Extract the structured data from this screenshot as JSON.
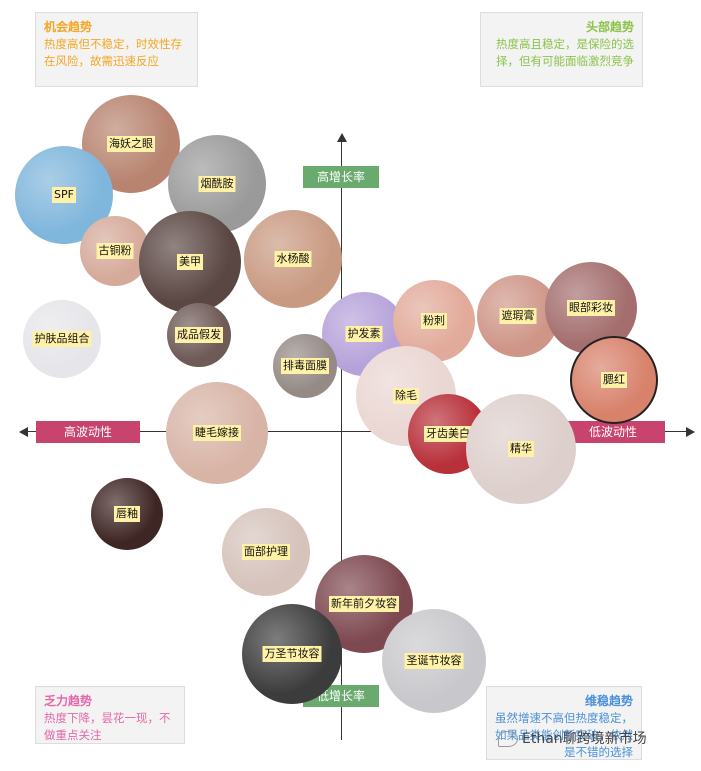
{
  "quadrants": {
    "top_left": {
      "title": "机会趋势",
      "body": "热度高但不稳定，时效性存在风险，故需迅速反应"
    },
    "top_right": {
      "title": "头部趋势",
      "body": "热度高且稳定，是保险的选择，但有可能面临激烈竞争"
    },
    "bottom_left": {
      "title": "乏力趋势",
      "body": "热度下降，昙花一现，不做重点关注"
    },
    "bottom_right": {
      "title": "维稳趋势",
      "body": "虽然增速不高但热度稳定，如果品类能创新突破，依然是不错的选择"
    }
  },
  "axes": {
    "top": "高增长率",
    "bottom": "低增长率",
    "left": "高波动性",
    "right": "低波动性"
  },
  "bubbles": [
    {
      "label": "海妖之眼",
      "color": "#b88470"
    },
    {
      "label": "SPF",
      "color": "#7fb6dc"
    },
    {
      "label": "烟酰胺",
      "color": "#9a9a9a"
    },
    {
      "label": "古铜粉",
      "color": "#d5aa9a"
    },
    {
      "label": "美甲",
      "color": "#5a4642"
    },
    {
      "label": "水杨酸",
      "color": "#c99a82"
    },
    {
      "label": "护肤品组合",
      "color": "#e6e6ea"
    },
    {
      "label": "成品假发",
      "color": "#6e5a56"
    },
    {
      "label": "护发素",
      "color": "#b6a2da"
    },
    {
      "label": "粉刺",
      "color": "#e2aa9a"
    },
    {
      "label": "遮瑕膏",
      "color": "#cf9688"
    },
    {
      "label": "眼部彩妆",
      "color": "#a46e6e"
    },
    {
      "label": "排毒面膜",
      "color": "#958a86"
    },
    {
      "label": "腮红",
      "color": "#d8826c"
    },
    {
      "label": "除毛",
      "color": "#ead6d2"
    },
    {
      "label": "睫毛嫁接",
      "color": "#d8b4a6"
    },
    {
      "label": "牙齿美白",
      "color": "#b8303a"
    },
    {
      "label": "精华",
      "color": "#ddcfcc"
    },
    {
      "label": "唇釉",
      "color": "#3e2624"
    },
    {
      "label": "面部护理",
      "color": "#d6c3bc"
    },
    {
      "label": "新年前夕妆容",
      "color": "#7e4850"
    },
    {
      "label": "万圣节妆容",
      "color": "#3c3c3c"
    },
    {
      "label": "圣诞节妆容",
      "color": "#c8c8cc"
    }
  ],
  "watermark": "Ethan聊跨境新市场"
}
